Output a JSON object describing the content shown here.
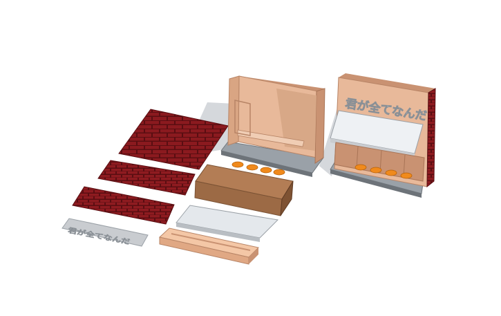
{
  "scene": {
    "background": "#ffffff",
    "colors": {
      "brick": "#8b1a1f",
      "brick_mortar": "#5a0e12",
      "wood_light": "#e8b99a",
      "wood_mid": "#c99272",
      "box_brown": "#9c6a45",
      "box_top": "#b37d55",
      "floor_grey": "#9aa1a8",
      "panel_white": "#e4e8ec",
      "stool_orange": "#f08a1c",
      "shadow": "#d3d6da"
    },
    "sign": {
      "text": "君が全てなんだ",
      "plate_text": "君が全てなんだ"
    },
    "parts": [
      "brick-panel-large",
      "brick-panel-medium",
      "brick-panel-small",
      "sign-plate",
      "booth-shell",
      "storefront",
      "counter-box",
      "white-panel",
      "stand-base"
    ]
  }
}
